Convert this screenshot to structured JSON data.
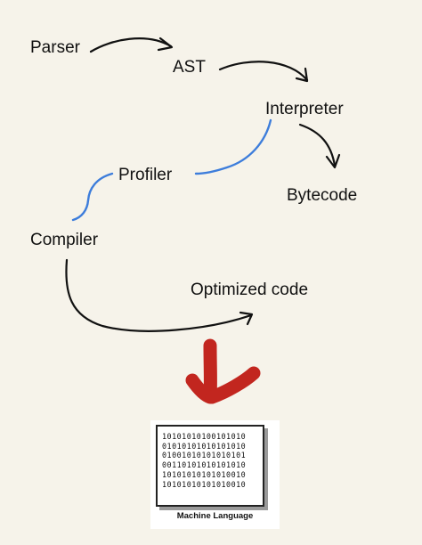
{
  "nodes": {
    "parser": "Parser",
    "ast": "AST",
    "interpreter": "Interpreter",
    "bytecode": "Bytecode",
    "profiler": "Profiler",
    "compiler": "Compiler",
    "optimized": "Optimized code"
  },
  "machine": {
    "caption": "Machine Language",
    "rows": [
      "10101010100101010",
      "01010101010101010",
      "01001010101010101",
      "00110101010101010",
      "10101010101010010",
      "10101010101010010"
    ]
  },
  "colors": {
    "background": "#f6f3ea",
    "arrow": "#111111",
    "profiler_link": "#3d7ddb",
    "big_arrow": "#c2261f"
  }
}
